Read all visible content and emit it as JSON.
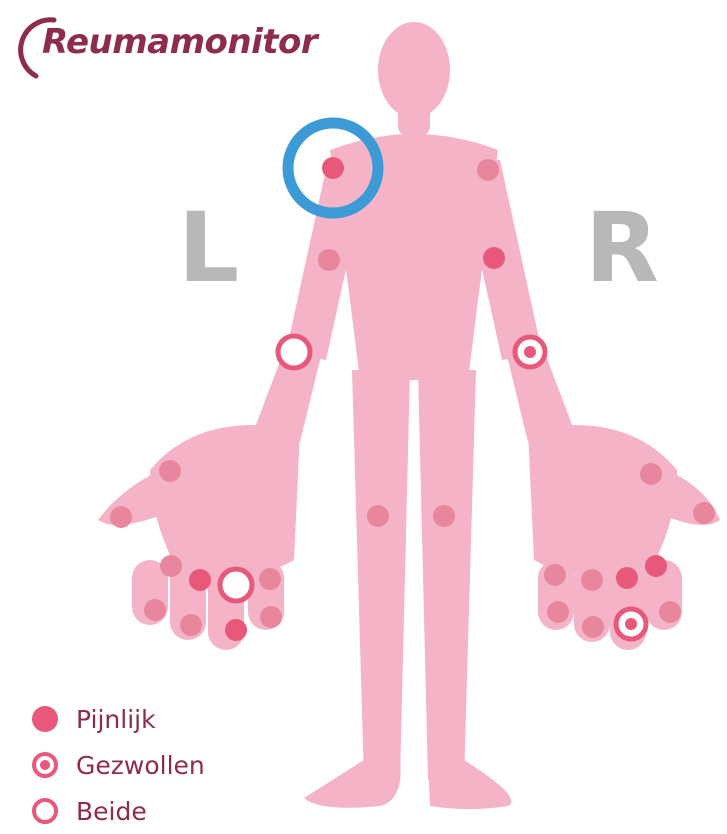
{
  "brand": {
    "name": "Reumamonitor",
    "color": "#8e2d4b"
  },
  "sides": {
    "left": "L",
    "right": "R"
  },
  "colors": {
    "body": "#f4b3c6",
    "marker": "#e8587a",
    "joint_idle": "#e8869d",
    "highlight_ring": "#3c9bd6",
    "side_letter": "#b8b8b8"
  },
  "legend": [
    {
      "key": "pijnlijk",
      "label": "Pijnlijk",
      "marker": "filled"
    },
    {
      "key": "gezwollen",
      "label": "Gezwollen",
      "marker": "dot-in-ring"
    },
    {
      "key": "beide",
      "label": "Beide",
      "marker": "ring"
    }
  ],
  "joints": [
    {
      "id": "left-shoulder",
      "state": "pijnlijk",
      "highlighted": true
    },
    {
      "id": "right-shoulder",
      "state": "none"
    },
    {
      "id": "left-elbow",
      "state": "none"
    },
    {
      "id": "right-elbow",
      "state": "pijnlijk"
    },
    {
      "id": "left-wrist",
      "state": "beide"
    },
    {
      "id": "right-wrist",
      "state": "gezwollen"
    },
    {
      "id": "left-knee",
      "state": "none"
    },
    {
      "id": "right-knee",
      "state": "none"
    },
    {
      "id": "left-palm",
      "state": "none"
    },
    {
      "id": "left-thumb",
      "state": "none"
    },
    {
      "id": "left-pinky-mcp",
      "state": "none"
    },
    {
      "id": "left-pinky-pip",
      "state": "none"
    },
    {
      "id": "left-ring-mcp",
      "state": "pijnlijk"
    },
    {
      "id": "left-ring-pip",
      "state": "none"
    },
    {
      "id": "left-middle-mcp",
      "state": "beide"
    },
    {
      "id": "left-middle-pip",
      "state": "pijnlijk"
    },
    {
      "id": "left-index-mcp",
      "state": "none"
    },
    {
      "id": "left-index-pip",
      "state": "none"
    },
    {
      "id": "right-palm",
      "state": "none"
    },
    {
      "id": "right-thumb",
      "state": "none"
    },
    {
      "id": "right-index-mcp",
      "state": "none"
    },
    {
      "id": "right-index-pip",
      "state": "none"
    },
    {
      "id": "right-middle-mcp",
      "state": "none"
    },
    {
      "id": "right-middle-pip",
      "state": "none"
    },
    {
      "id": "right-ring-mcp",
      "state": "pijnlijk"
    },
    {
      "id": "right-ring-pip",
      "state": "gezwollen"
    },
    {
      "id": "right-pinky-mcp",
      "state": "pijnlijk"
    },
    {
      "id": "right-pinky-pip",
      "state": "none"
    }
  ]
}
